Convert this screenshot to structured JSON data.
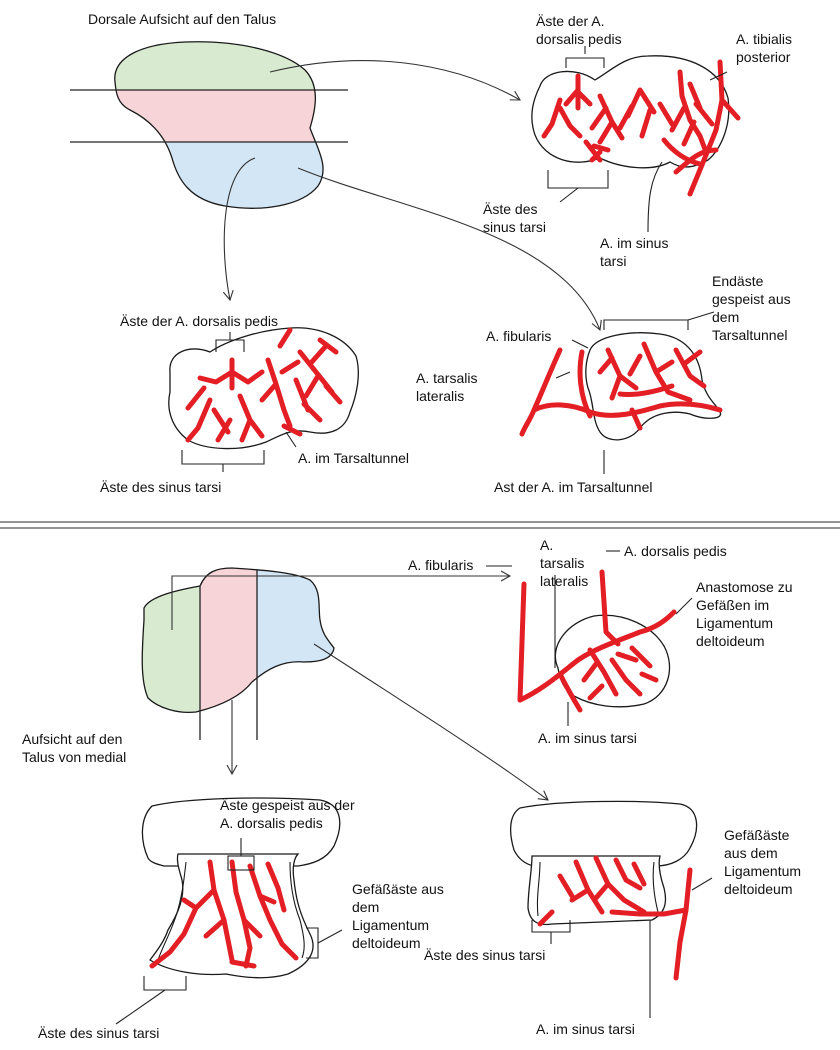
{
  "colors": {
    "artery": "#e31e24",
    "outline": "#1a1a1a",
    "region_green": "#d8ead0",
    "region_pink": "#f7d4d7",
    "region_blue": "#d3e6f5",
    "divider": "#555555"
  },
  "top": {
    "title": "Dorsale Aufsicht auf den Talus",
    "panel_a": {
      "label_branches_dp": "Äste der A.\ndorsalis pedis",
      "label_tib_post": "A. tibialis\nposterior",
      "label_sinus_branches": "Äste des\nsinus tarsi",
      "label_sinus_artery": "A. im sinus\ntarsi"
    },
    "panel_b": {
      "label_branches_dp": "Äste der A. dorsalis pedis",
      "label_sinus_branches": "Äste des sinus tarsi",
      "label_tunnel": "A. im Tarsaltunnel"
    },
    "panel_c": {
      "label_fibularis": "A. fibularis",
      "label_tarsalis": "A. tarsalis\nlateralis",
      "label_end_branches": "Endäste\ngespeist aus\ndem\nTarsaltunnel",
      "label_tunnel_branch": "Ast der A. im Tarsaltunnel"
    }
  },
  "bottom": {
    "title": "Aufsicht auf den\nTalus von medial",
    "panel_a": {
      "label_fibularis": "A. fibularis",
      "label_tarsalis": "A.\ntarsalis\nlateralis",
      "label_dorsalis": "A. dorsalis pedis",
      "label_anastomose": "Anastomose zu\nGefäßen im\nLigamentum\ndeltoideum",
      "label_sinus": "A. im sinus tarsi"
    },
    "panel_b": {
      "label_branches_dp": "Äste gespeist aus der\nA. dorsalis pedis",
      "label_deltoid": "Gefäßäste aus\ndem\nLigamentum\ndeltoideum",
      "label_sinus_branches": "Äste des sinus tarsi"
    },
    "panel_c": {
      "label_deltoid": "Gefäßäste\naus dem\nLigamentum\ndeltoideum",
      "label_sinus_branches": "Äste des sinus tarsi",
      "label_sinus_artery": "A. im sinus tarsi"
    }
  }
}
